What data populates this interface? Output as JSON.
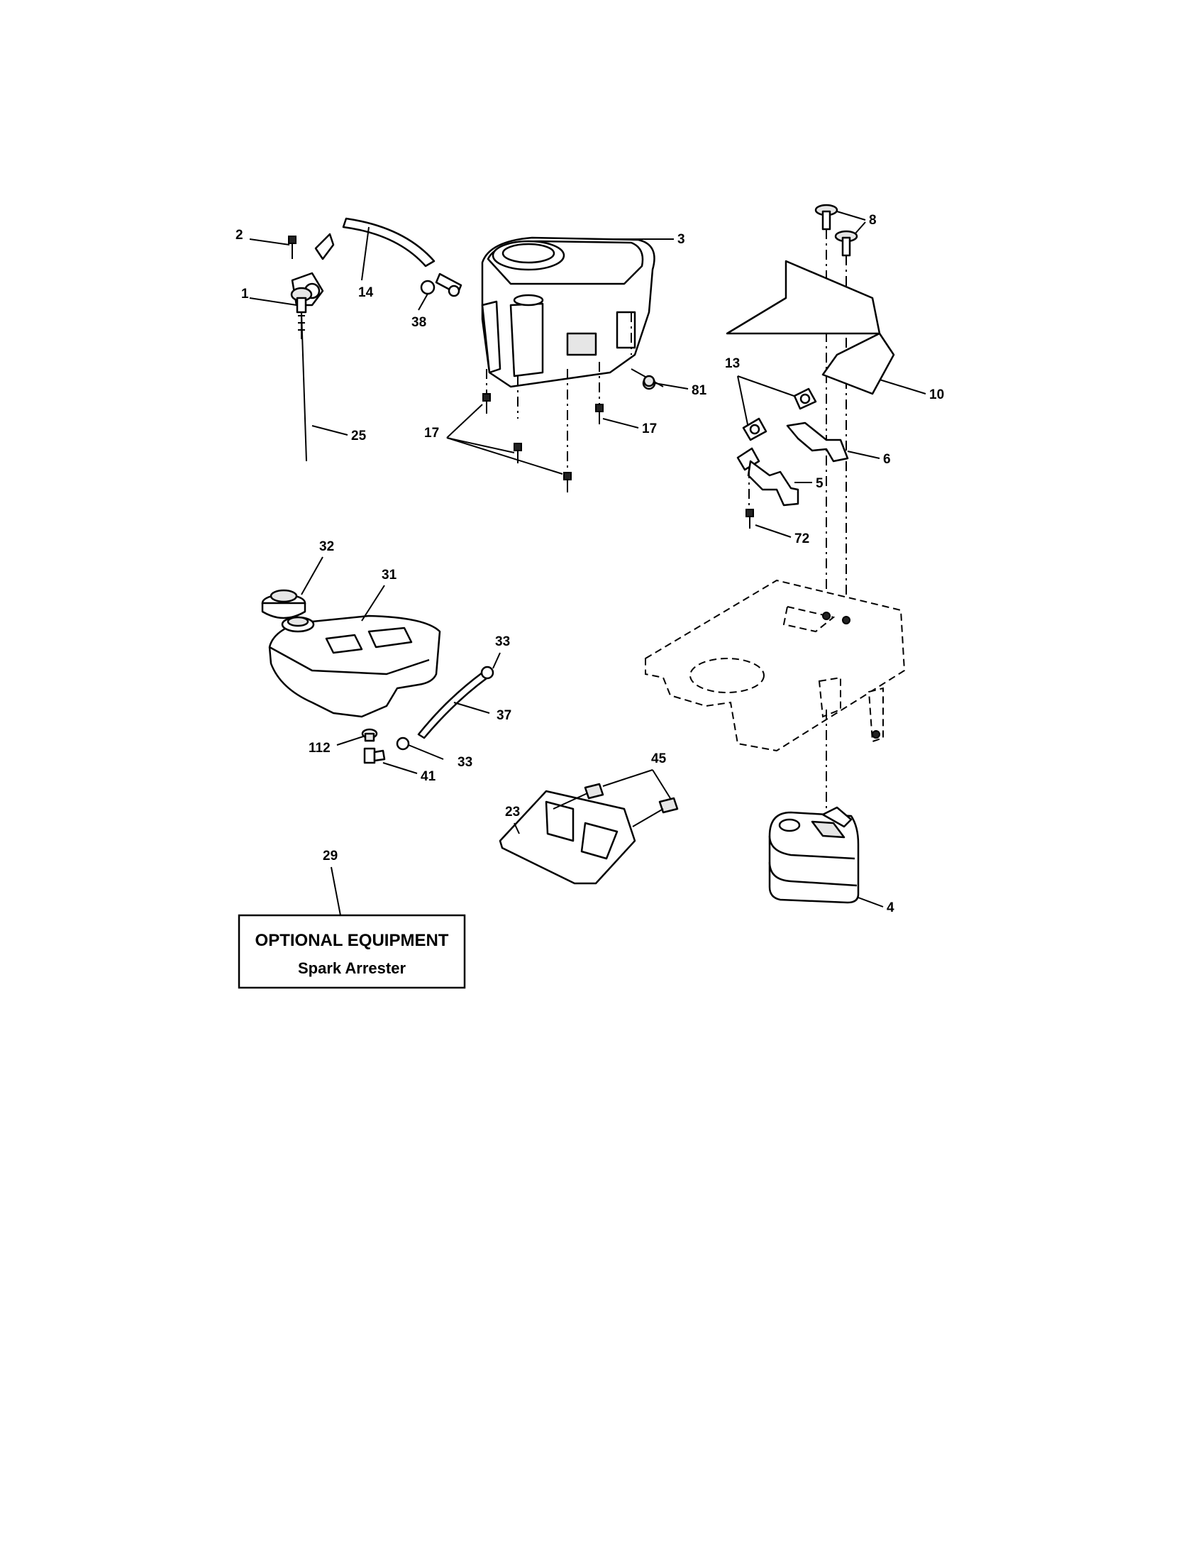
{
  "callouts": {
    "c1": "1",
    "c2": "2",
    "c3": "3",
    "c4": "4",
    "c5": "5",
    "c6": "6",
    "c8": "8",
    "c10": "10",
    "c13": "13",
    "c14": "14",
    "c17a": "17",
    "c17b": "17",
    "c23": "23",
    "c25": "25",
    "c29": "29",
    "c31": "31",
    "c32": "32",
    "c33a": "33",
    "c33b": "33",
    "c37": "37",
    "c38": "38",
    "c41": "41",
    "c45": "45",
    "c72": "72",
    "c81": "81",
    "c112": "112"
  },
  "optional_box": {
    "title": "OPTIONAL EQUIPMENT",
    "subtitle": "Spark Arrester"
  }
}
